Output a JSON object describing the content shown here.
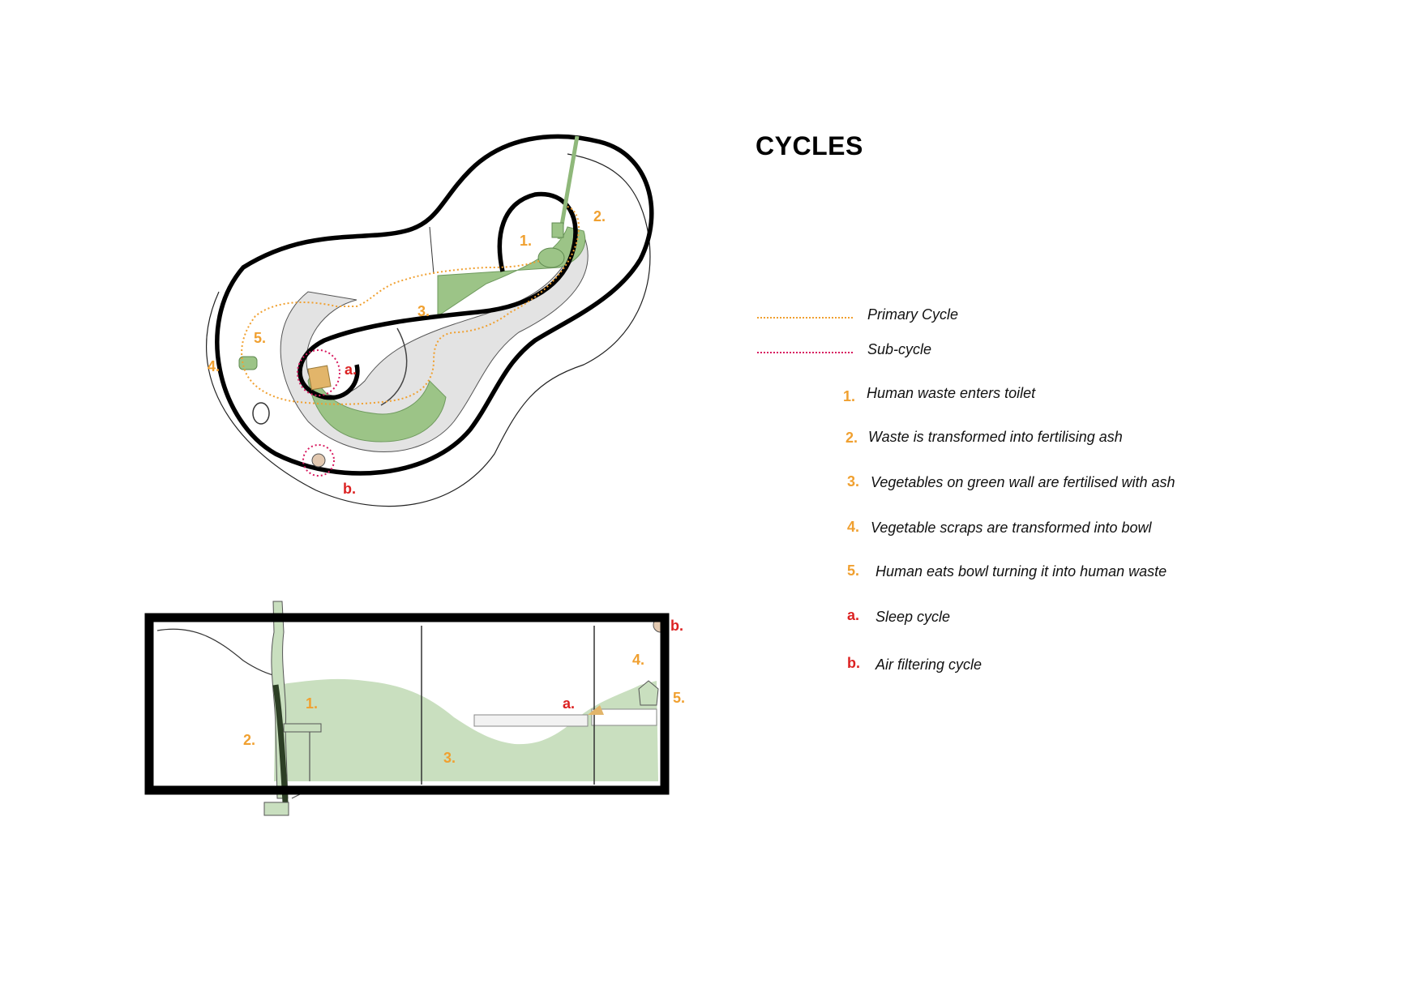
{
  "title": "CYCLES",
  "legend": {
    "primary_label": "Primary Cycle",
    "sub_label": "Sub-cycle"
  },
  "steps": [
    {
      "num": "1.",
      "text": "Human waste enters toilet"
    },
    {
      "num": "2.",
      "text": "Waste is transformed into fertilising ash"
    },
    {
      "num": "3.",
      "text": "Vegetables on green wall are fertilised with ash"
    },
    {
      "num": "4.",
      "text": "Vegetable scraps are transformed into bowl"
    },
    {
      "num": "5.",
      "text": "Human eats bowl turning it into human waste"
    },
    {
      "num": "a.",
      "text": "Sleep cycle"
    },
    {
      "num": "b.",
      "text": "Air filtering cycle"
    }
  ],
  "plan_labels": [
    "1.",
    "2.",
    "3.",
    "4.",
    "5.",
    "a.",
    "b."
  ],
  "section_labels": [
    "1.",
    "2.",
    "3.",
    "4.",
    "5.",
    "a.",
    "b."
  ],
  "colors": {
    "primary_cycle": "#f0a030",
    "sub_cycle": "#d81b60",
    "step_number": "#f0a030",
    "sub_number": "#dc2222",
    "green_wall": "#9cc487",
    "green_light": "#c9dfbf",
    "floor_gray": "#e3e3e3",
    "outline": "#000000"
  }
}
